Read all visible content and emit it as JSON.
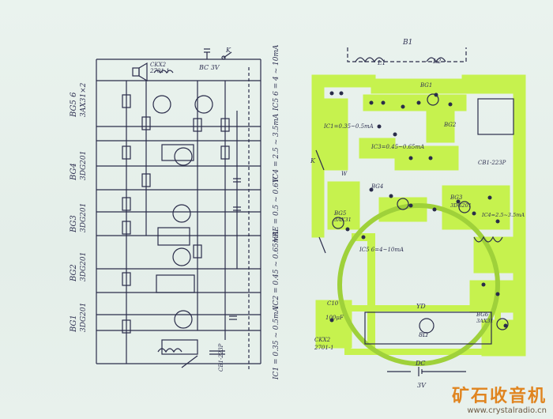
{
  "watermark": {
    "title": "矿石收音机",
    "url": "www.crystalradio.cn"
  },
  "schematic": {
    "stages": [
      {
        "label": "BG5 6\n3AX31×2",
        "l1": "BG5 6",
        "l2": "3AX31×2"
      },
      {
        "label": "BG4\n3DG201",
        "l1": "BG4",
        "l2": "3DG201"
      },
      {
        "label": "BG3\n3DG201",
        "l1": "BG3",
        "l2": "3DG201"
      },
      {
        "label": "BG2\n3DG201",
        "l1": "BG2",
        "l2": "3DG201"
      },
      {
        "label": "BG1\n3DG201",
        "l1": "BG1",
        "l2": "3DG201"
      }
    ],
    "currents": {
      "ic56": "IC5 6 = 4 ~ 10mA",
      "ic4": "IC4 = 2.5 ~ 3.5mA",
      "vbe": "VBE = 0.5 ~ 0.6V",
      "ic2": "IC2 = 0.45 ~ 0.65mA",
      "ic1": "IC1 = 0.35 ~ 0.5mA"
    },
    "parts": {
      "ck": "CKX2",
      "jack": "2701-1",
      "switch": "K",
      "batt": "BC 3V",
      "cap_cb": "CB1-223P"
    }
  },
  "pcb": {
    "labels": {
      "b1": "B1",
      "l1": "L1",
      "l2": "L2",
      "bg1": "BG1",
      "bg2": "BG2",
      "bg3": "BG3",
      "bg4": "BG4",
      "bg5": "BG5",
      "bg6": "BG6",
      "k": "K",
      "w": "W",
      "ic1": "IC1=0.35~0.5mA",
      "ic3": "IC3=0.45~0.65mA",
      "ic56": "IC5 6=4~10mA",
      "ic4": "IC4=2.5~3.5mA",
      "cb": "CB1-223P",
      "speaker": "YD",
      "spk_ohm": "8Ω",
      "ck": "CKX2",
      "jack": "2701-1",
      "c10": "C10",
      "c10v": "100μF",
      "dc": "DC",
      "dcv": "3V",
      "g3": "3DG201",
      "g5": "3AX31",
      "g6": "3AX31"
    }
  },
  "colors": {
    "ink": "#2a2c4a",
    "trace": "#c6f24e",
    "paper": "#e8f1ec",
    "brand": "#e0841f"
  }
}
